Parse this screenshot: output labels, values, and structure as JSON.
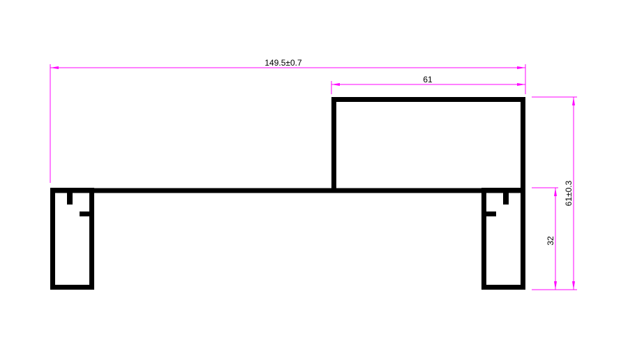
{
  "drawing": {
    "title": "aluminium profile cross-section",
    "dimensions": {
      "overall_width": "149.5±0.7",
      "upper_box_width": "61",
      "overall_height": "61±0.3",
      "leg_height": "32"
    },
    "colors": {
      "profile": "#000000",
      "dimension": "#ff00ff"
    }
  }
}
